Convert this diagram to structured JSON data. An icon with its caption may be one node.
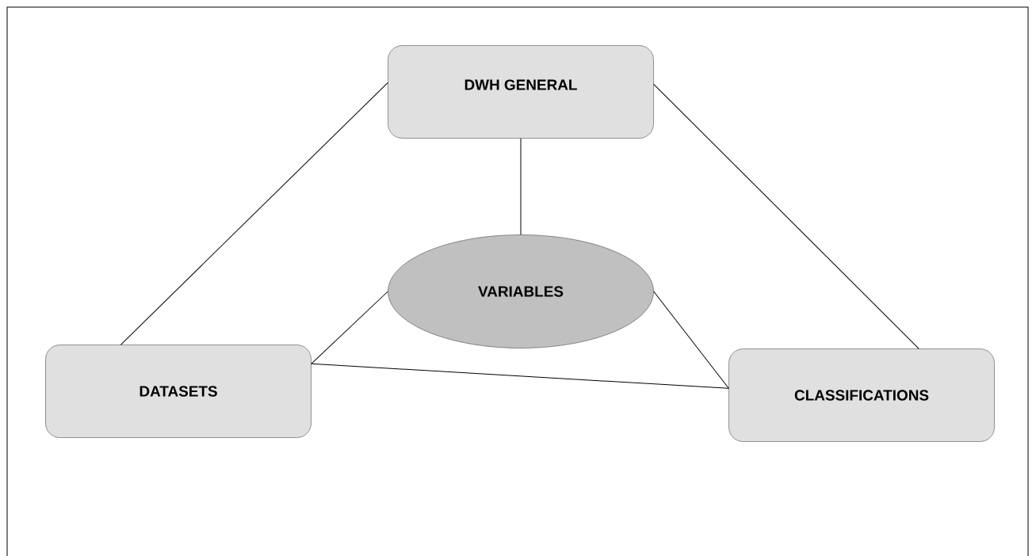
{
  "diagram": {
    "nodes": [
      {
        "text": [
          "DWH GENERAL"
        ]
      },
      {
        "text": [
          "VARIABLES"
        ]
      },
      {
        "text": [
          "DATASETS"
        ]
      },
      {
        "text": [
          "CLASSIFICATIONS"
        ]
      }
    ],
    "edges": [
      {
        "from": 0,
        "to": 1,
        "arrow": "none"
      },
      {
        "from": 0,
        "to": 2,
        "arrow": "none"
      },
      {
        "from": 0,
        "to": 3,
        "arrow": "none"
      },
      {
        "from": 1,
        "to": 2,
        "arrow": "none"
      },
      {
        "from": 1,
        "to": 3,
        "arrow": "none"
      },
      {
        "from": 2,
        "to": 3,
        "arrow": "none"
      }
    ]
  }
}
